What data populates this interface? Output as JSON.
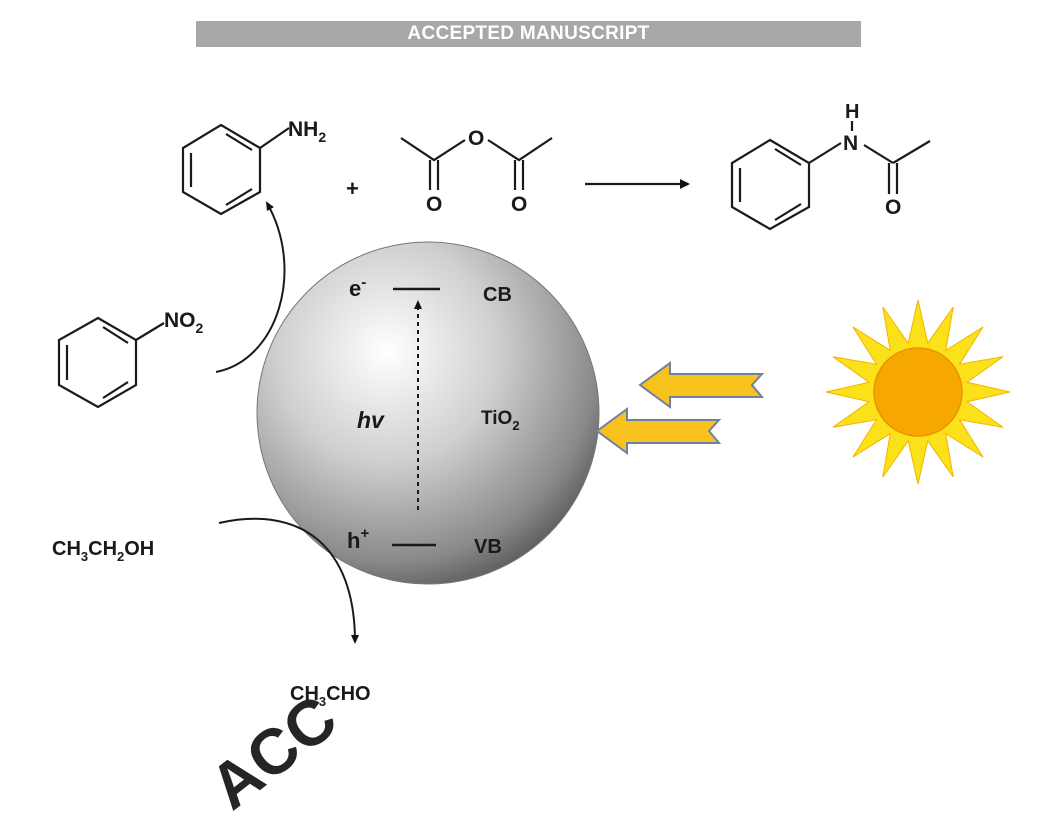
{
  "banner": {
    "text": "ACCEPTED MANUSCRIPT"
  },
  "watermark": {
    "text": "ACC"
  },
  "reaction": {
    "aniline_group": "NH",
    "aniline_sub": "2",
    "plus": "+",
    "anhydride_o_bridge": "O",
    "anhydride_o1": "O",
    "anhydride_o2": "O",
    "product_h": "H",
    "product_n": "N",
    "product_o": "O"
  },
  "nitro": {
    "group": "NO",
    "sub": "2"
  },
  "particle": {
    "electron": "e",
    "electron_sup": "-",
    "cb": "CB",
    "hv": "hv",
    "material": "TiO",
    "material_sub": "2",
    "hole": "h",
    "hole_sup": "+",
    "vb": "VB"
  },
  "ethanol": {
    "p1": "CH",
    "s1": "3",
    "p2": "CH",
    "s2": "2",
    "p3": "OH"
  },
  "acetaldehyde": {
    "p1": "CH",
    "s1": "3",
    "p2": "CHO"
  },
  "colors": {
    "arrow_fill": "#f7c21b",
    "arrow_edge": "#6f7fa6",
    "sun_rays": "#fbe11a",
    "sun_core": "#f6a800",
    "sphere_light": "#ffffff",
    "sphere_dark": "#5e5e5e"
  }
}
